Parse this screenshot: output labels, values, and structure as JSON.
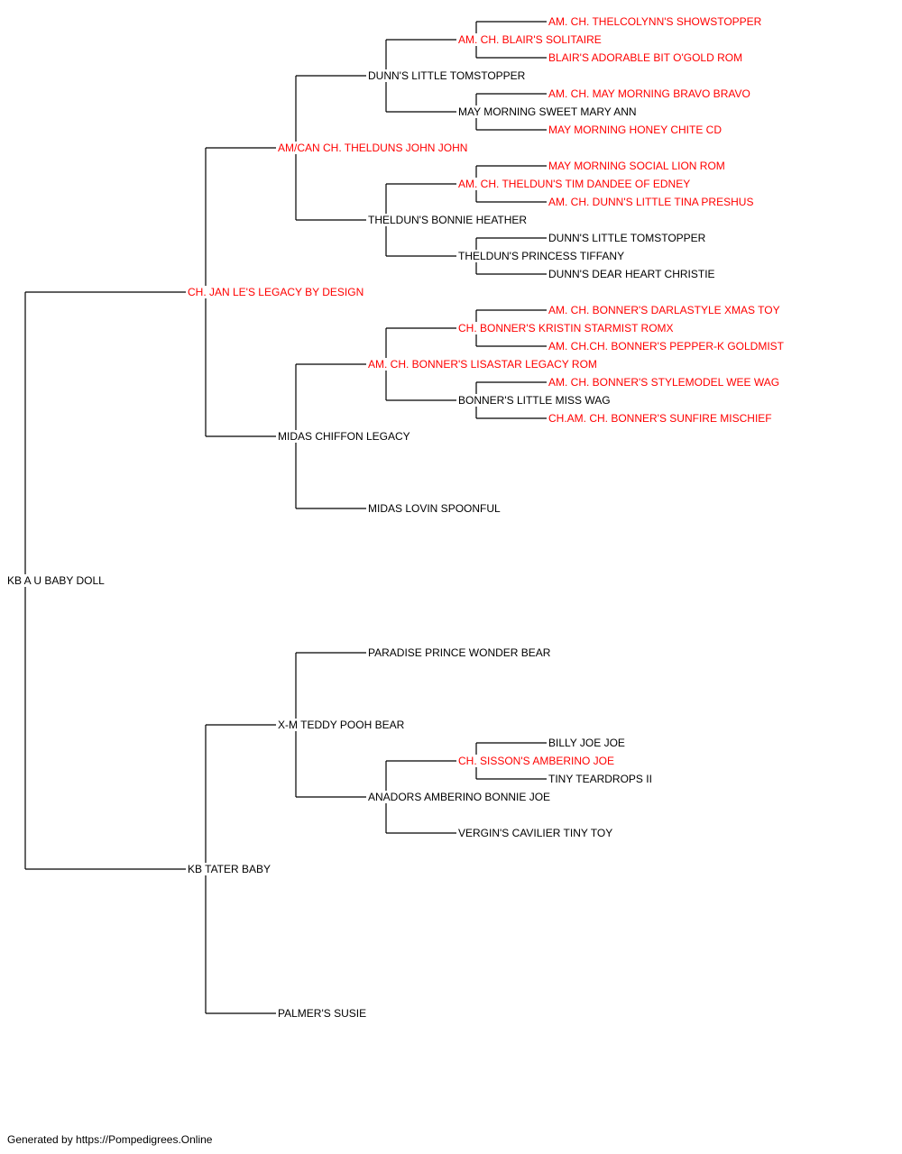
{
  "colors": {
    "champion": "#ff0000",
    "normal": "#000000",
    "line": "#000000"
  },
  "pedigree": {
    "subject": {
      "name": "KB A U BABY DOLL",
      "color": "black"
    },
    "sire": {
      "name": "CH. JAN LE'S LEGACY BY DESIGN",
      "color": "red"
    },
    "sire_sire": {
      "name": "AM/CAN CH. THELDUNS JOHN JOHN",
      "color": "red"
    },
    "sire_sire_sire": {
      "name": "DUNN'S LITTLE TOMSTOPPER",
      "color": "black"
    },
    "sire_sire_sire_sire": {
      "name": "AM. CH. BLAIR'S SOLITAIRE",
      "color": "red"
    },
    "sire_sire_sire_sire_sire": {
      "name": "AM. CH. THELCOLYNN'S SHOWSTOPPER",
      "color": "red"
    },
    "sire_sire_sire_sire_dam": {
      "name": "BLAIR'S ADORABLE BIT O'GOLD ROM",
      "color": "red"
    },
    "sire_sire_sire_dam": {
      "name": "MAY MORNING SWEET MARY ANN",
      "color": "black"
    },
    "sire_sire_sire_dam_sire": {
      "name": "AM. CH. MAY MORNING BRAVO BRAVO",
      "color": "red"
    },
    "sire_sire_sire_dam_dam": {
      "name": "MAY MORNING HONEY CHITE CD",
      "color": "red"
    },
    "sire_sire_dam": {
      "name": "THELDUN'S BONNIE HEATHER",
      "color": "black"
    },
    "sire_sire_dam_sire": {
      "name": "AM. CH. THELDUN'S TIM DANDEE OF EDNEY",
      "color": "red"
    },
    "sire_sire_dam_sire_sire": {
      "name": "MAY MORNING SOCIAL LION ROM",
      "color": "red"
    },
    "sire_sire_dam_sire_dam": {
      "name": "AM. CH. DUNN'S LITTLE TINA PRESHUS",
      "color": "red"
    },
    "sire_sire_dam_dam": {
      "name": "THELDUN'S PRINCESS TIFFANY",
      "color": "black"
    },
    "sire_sire_dam_dam_sire": {
      "name": "DUNN'S LITTLE TOMSTOPPER",
      "color": "black"
    },
    "sire_sire_dam_dam_dam": {
      "name": "DUNN'S DEAR HEART CHRISTIE",
      "color": "black"
    },
    "sire_dam": {
      "name": "MIDAS CHIFFON LEGACY",
      "color": "black"
    },
    "sire_dam_sire": {
      "name": "AM. CH. BONNER'S LISASTAR LEGACY ROM",
      "color": "red"
    },
    "sire_dam_sire_sire": {
      "name": "CH. BONNER'S KRISTIN STARMIST ROMX",
      "color": "red"
    },
    "sire_dam_sire_sire_sire": {
      "name": "AM. CH. BONNER'S DARLASTYLE XMAS TOY",
      "color": "red"
    },
    "sire_dam_sire_sire_dam": {
      "name": "AM. CH.CH. BONNER'S PEPPER-K GOLDMIST",
      "color": "red"
    },
    "sire_dam_sire_dam": {
      "name": "BONNER'S LITTLE MISS WAG",
      "color": "black"
    },
    "sire_dam_sire_dam_sire": {
      "name": "AM. CH. BONNER'S STYLEMODEL WEE WAG",
      "color": "red"
    },
    "sire_dam_sire_dam_dam": {
      "name": "CH.AM. CH. BONNER'S SUNFIRE MISCHIEF",
      "color": "red"
    },
    "sire_dam_dam": {
      "name": "MIDAS LOVIN SPOONFUL",
      "color": "black"
    },
    "dam": {
      "name": "KB TATER BABY",
      "color": "black"
    },
    "dam_sire": {
      "name": "X-M TEDDY POOH BEAR",
      "color": "black"
    },
    "dam_sire_sire": {
      "name": "PARADISE PRINCE WONDER BEAR",
      "color": "black"
    },
    "dam_sire_dam": {
      "name": "ANADORS AMBERINO BONNIE JOE",
      "color": "black"
    },
    "dam_sire_dam_sire": {
      "name": "CH. SISSON'S AMBERINO JOE",
      "color": "red"
    },
    "dam_sire_dam_sire_sire": {
      "name": "BILLY JOE JOE",
      "color": "black"
    },
    "dam_sire_dam_sire_dam": {
      "name": "TINY TEARDROPS II",
      "color": "black"
    },
    "dam_sire_dam_dam": {
      "name": "VERGIN'S CAVILIER TINY TOY",
      "color": "black"
    },
    "dam_dam": {
      "name": "PALMER'S SUSIE",
      "color": "black"
    }
  },
  "footer": {
    "text": "Generated by https://Pompedigrees.Online"
  }
}
